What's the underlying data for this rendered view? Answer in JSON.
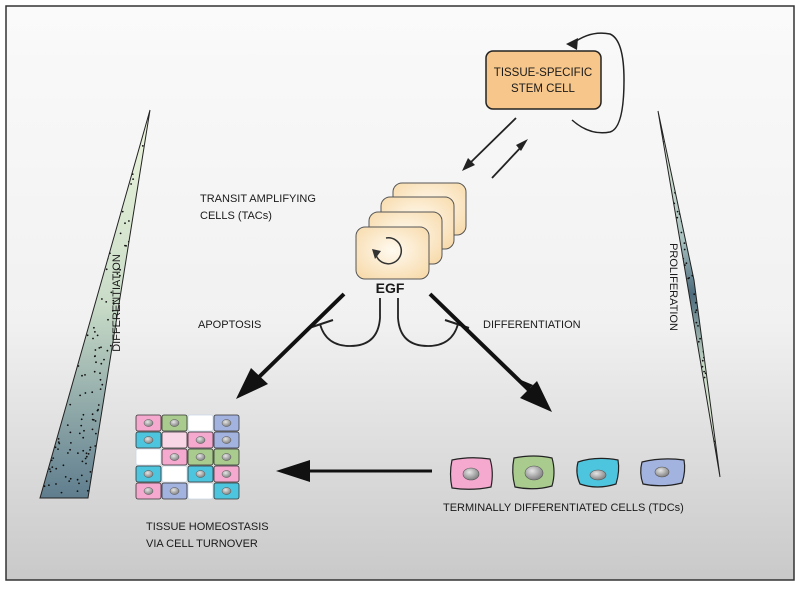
{
  "labels": {
    "stem_cell_line1": "TISSUE-SPECIFIC",
    "stem_cell_line2": "STEM CELL",
    "tac_line1": "TRANSIT AMPLIFYING",
    "tac_line2": "CELLS (TACs)",
    "egf": "EGF",
    "apoptosis": "APOPTOSIS",
    "differentiation_branch": "DIFFERENTIATION",
    "tdc": "TERMINALLY DIFFERENTIATED CELLS (TDCs)",
    "homeostasis_line1": "TISSUE HOMEOSTASIS",
    "homeostasis_line2": "VIA CELL TURNOVER",
    "differentiation_gradient": "DIFFERENTIATION",
    "proliferation_gradient": "PROLIFERATION"
  },
  "colors": {
    "stem_cell_fill": "#f7c68a",
    "tac_fill": "#fbe3bf",
    "cell_pink": "#f5a9cf",
    "cell_green": "#a9cc8e",
    "cell_cyan": "#4ec5de",
    "cell_blue": "#a3b3df"
  },
  "tissue_grid": [
    [
      "cell_pink",
      "cell_green",
      "white",
      "cell_blue"
    ],
    [
      "cell_cyan",
      "pinklight",
      "cell_pink",
      "cell_blue"
    ],
    [
      "white",
      "cell_pink",
      "cell_green",
      "cell_green"
    ],
    [
      "cell_cyan",
      "white",
      "cell_cyan",
      "cell_pink"
    ],
    [
      "cell_pink",
      "cell_blue",
      "white",
      "cell_cyan"
    ]
  ]
}
